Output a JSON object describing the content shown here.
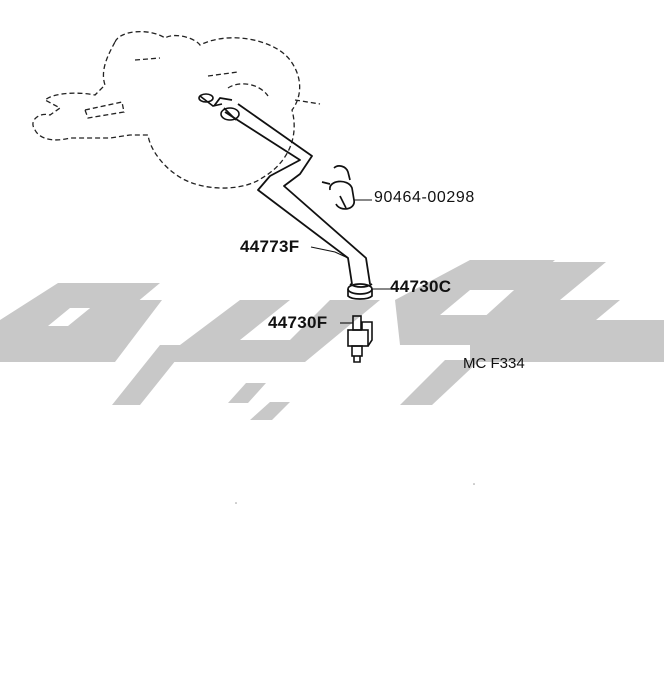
{
  "diagram": {
    "callouts": [
      {
        "id": "clip",
        "part_number": "90464-00298"
      },
      {
        "id": "hose",
        "part_number": "44773F"
      },
      {
        "id": "hose-clamp",
        "part_number": "44730C"
      },
      {
        "id": "check-valve",
        "part_number": "44730F"
      }
    ],
    "figure_code": "MC F334"
  },
  "colors": {
    "ink": "#111111",
    "watermark": "#c8c8c8",
    "background": "#ffffff"
  },
  "icons": {
    "watermark": "arabic-logo-watermark",
    "booster": "brake-booster-outline-icon",
    "hose": "vacuum-hose-icon",
    "clamp": "hose-clamp-icon",
    "valve": "check-valve-icon"
  }
}
